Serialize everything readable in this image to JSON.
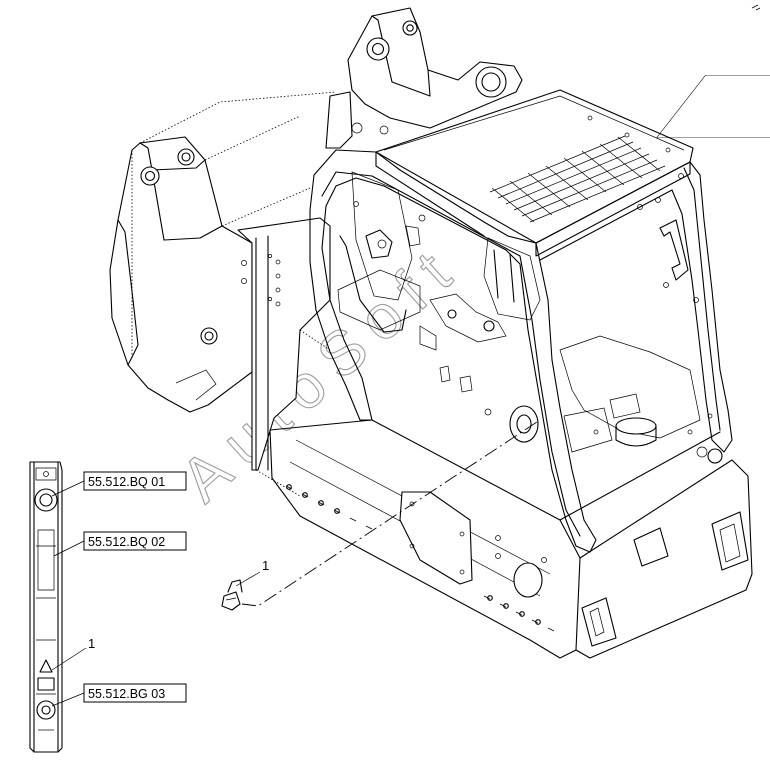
{
  "diagram": {
    "callouts": [
      {
        "id": "main",
        "label": "1"
      },
      {
        "id": "strip",
        "label": "1"
      }
    ],
    "reference_boxes": [
      {
        "id": "bq01",
        "label": "55.512.BQ 01"
      },
      {
        "id": "bq02",
        "label": "55.512.BQ 02"
      },
      {
        "id": "bg03",
        "label": "55.512.BG 03"
      }
    ],
    "watermark": "AutoSoft",
    "colors": {
      "line": "#000000",
      "background": "#ffffff",
      "watermark": "#8a8a8a"
    }
  }
}
